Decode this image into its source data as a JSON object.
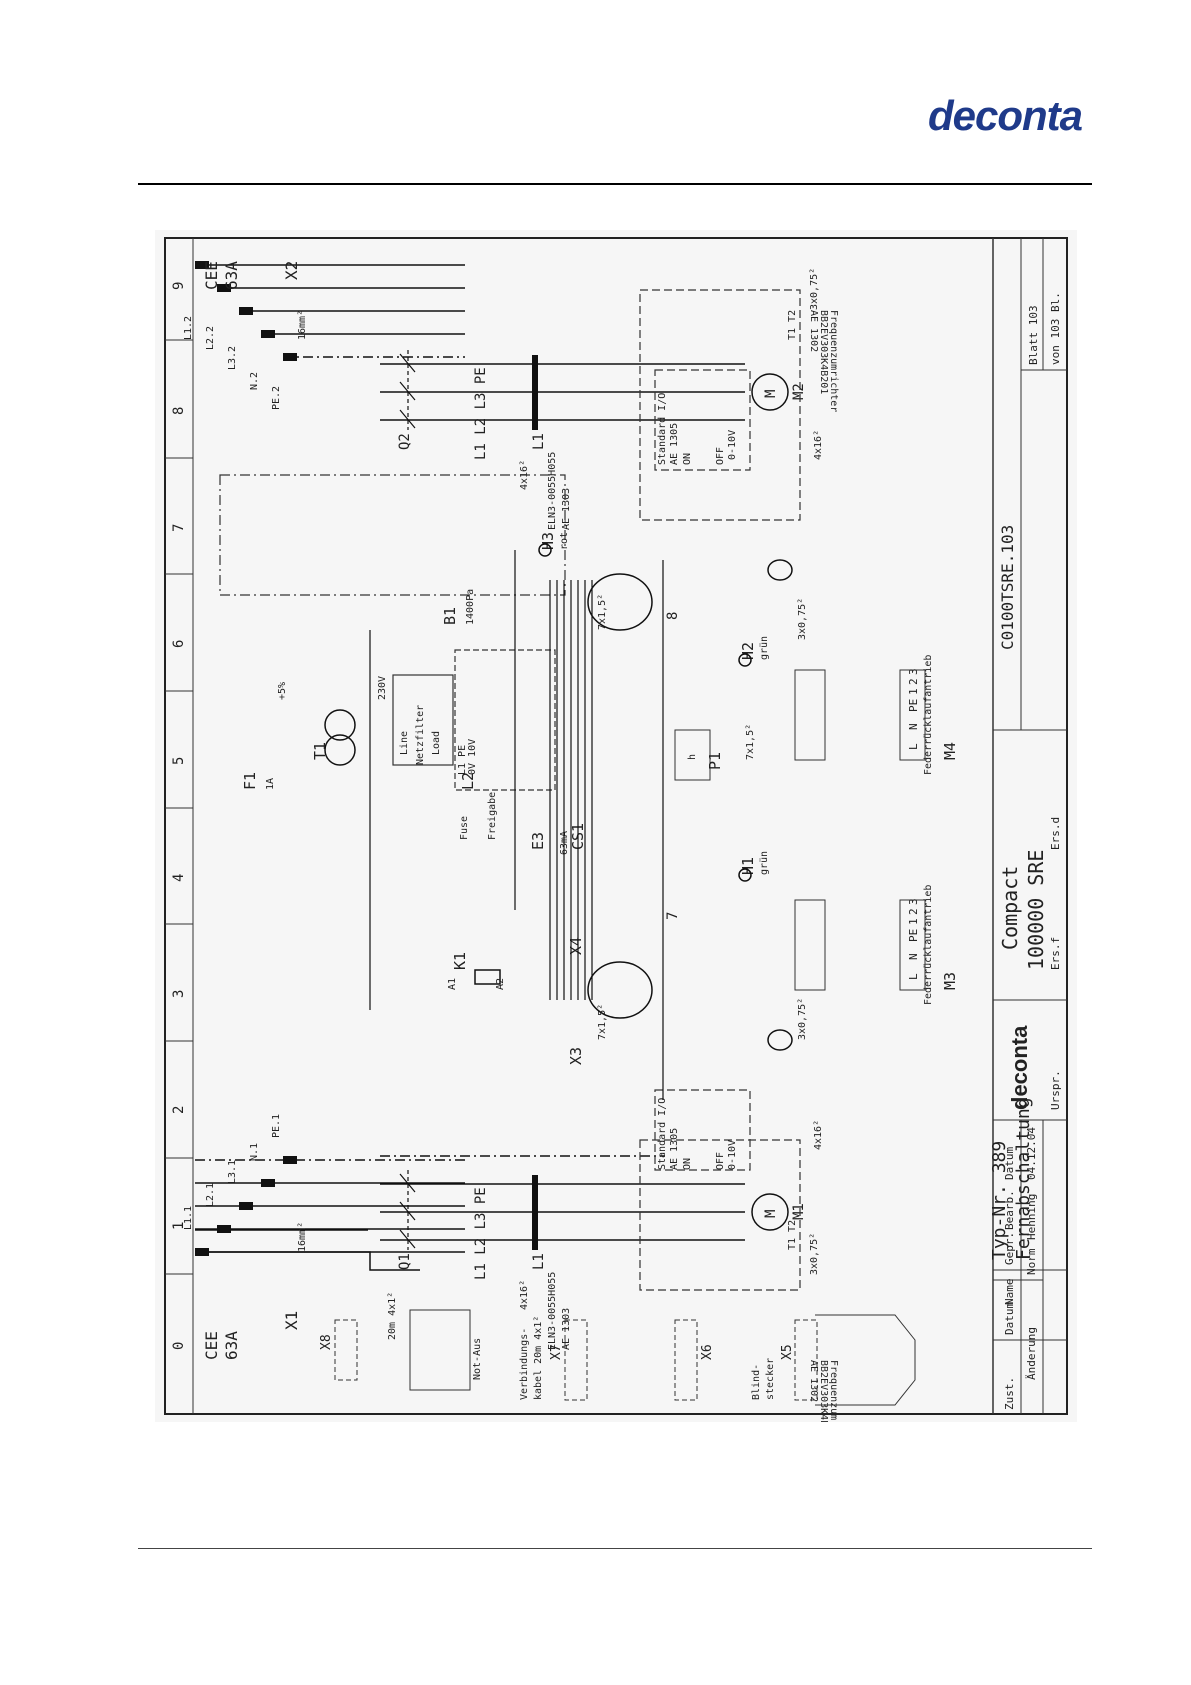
{
  "header": {
    "logo": "deconta"
  },
  "grid": {
    "columns": [
      "0",
      "1",
      "2",
      "3",
      "4",
      "5",
      "6",
      "7",
      "8",
      "9"
    ]
  },
  "supply": {
    "x1_cee": "CEE",
    "x1_amp": "63A",
    "x1_tag": "X1",
    "x1_lines": [
      "L1.1",
      "L2.1",
      "L3.1",
      "N.1",
      "PE.1"
    ],
    "x1_cable": "16mm²",
    "x2_cee": "CEE",
    "x2_amp": "63A",
    "x2_tag": "X2",
    "x2_lines": [
      "L1.2",
      "L2.2",
      "L3.2",
      "N.2",
      "PE.2"
    ],
    "x2_cable": "16mm²"
  },
  "components": {
    "q1": "Q1",
    "q2": "Q2",
    "l1_filter": "L1",
    "l1_filter2": "L1",
    "choke_model": "ELN3-0055H055",
    "choke_ae": "AE 1303",
    "choke_model2": "ELN3-0055H055",
    "choke_ae2": "AE 1303",
    "cable_4x16": "4x16²",
    "cable_4x16b": "4x16²",
    "cable_4x16_m1": "4x16²",
    "cable_4x16_m2": "4x16²",
    "pe_row": "L1 L2 L3 PE",
    "m1": "M1",
    "m2": "M2",
    "motor": "M",
    "m3": "M3",
    "m4": "M4",
    "federruck_m3": "Federrücklaufantrieb",
    "federruck_m4": "Federrücklaufantrieb",
    "lnpe": [
      "L",
      "N",
      "PE"
    ],
    "num123": [
      "1",
      "2",
      "3"
    ],
    "t1": "T1",
    "f1": "F1",
    "f1_rating": "1A",
    "l2": "L2",
    "line": "Line",
    "netzfilter": "Netzfilter",
    "load": "Load",
    "v230": "230V",
    "v_tol": "+5%",
    "cs1": "CS1",
    "cs1_rating": "63mA",
    "fuse": "Fuse",
    "freigabe": "Freigabe",
    "ov10v": "0V 10V",
    "l1pe": "L1  PE",
    "k1": "K1",
    "a1": "A1",
    "a2": "A2",
    "b1": "B1",
    "b1_rating": "1400Pa",
    "h1": "H1",
    "h1_color": "grün",
    "h2": "H2",
    "h2_color": "grün",
    "h3": "H3",
    "h3_color": "rot",
    "p1": "P1",
    "p1_h": "h",
    "e3": "E3",
    "x3": "X3",
    "x4": "X4",
    "x5": "X5",
    "x6": "X6",
    "x7": "X7",
    "x8": "X8",
    "notaus": "Not-Aus",
    "blindstecker": "Blind-",
    "blindstecker2": "stecker",
    "verbindung": "Verbindungs-",
    "verbindung2": "kabel 20m 4x1²",
    "cable_20m": "20m 4x1²",
    "cable_7x15a": "7x1,5²",
    "cable_7x15b": "7x1,5²",
    "cable_7x15c": "7x1,5²",
    "cable_3x075a": "3x0,75²",
    "cable_3x075b": "3x0,75²",
    "cable_3x075c": "3x0,75²",
    "cable_3x075d": "3x0,75²",
    "fu1_title": "Frequenzumrichter",
    "fu1_model": "BB2EV303K4B201",
    "fu1_ae": "AE 1302",
    "fu2_title": "Frequenzumrichter",
    "fu2_model": "BB2EV303K4B201",
    "fu2_ae": "AE 1302",
    "std_io": "Standard I/O",
    "std_ae": "AE 1305",
    "std_io2": "Standard I/O",
    "std_ae2": "AE 1305",
    "on": "ON",
    "off": "OFF",
    "range": "0-10V",
    "t1t2": "T1 T2",
    "term_7": "7",
    "term_8": "8"
  },
  "titleblock": {
    "typ": "Typ-Nr. 389",
    "fernab": "Fernabschaltung",
    "product": "Compact",
    "product2": "100000 SRE",
    "drawing_no": "C0100TSRE.103",
    "blatt": "Blatt 103",
    "von": "von 103 Bl.",
    "datum_label": "Datum",
    "datum": "04.12.04",
    "bearb": "Bearb.",
    "bearb_name": "Henning",
    "gepr": "Gepr.",
    "norm": "Norm",
    "name": "Name",
    "zust": "Zust.",
    "aenderung": "Änderung",
    "urspr": "Urspr.",
    "ers_f": "Ers.f",
    "ers_d": "Ers.d",
    "brand": "deconta"
  }
}
